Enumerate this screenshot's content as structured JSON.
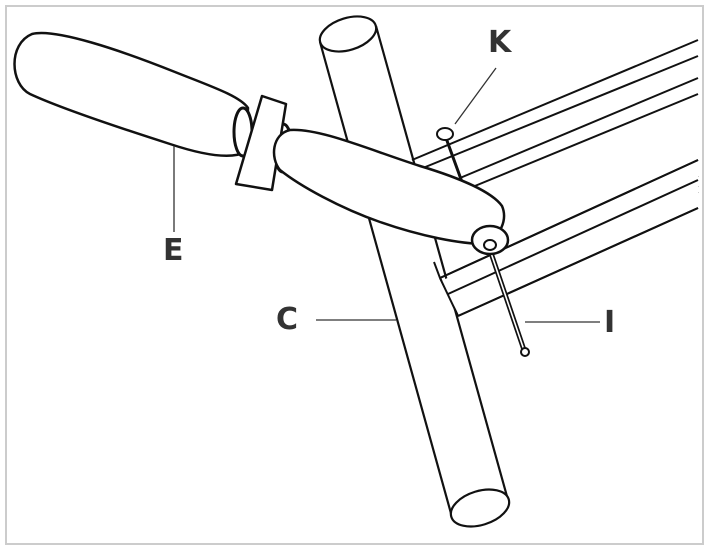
{
  "diagram": {
    "callouts": {
      "k": "K",
      "e": "E",
      "c": "C",
      "i": "I"
    },
    "colors": {
      "stroke": "#111111",
      "label": "#333333",
      "frame": "#cccccc",
      "background": "#ffffff"
    }
  }
}
